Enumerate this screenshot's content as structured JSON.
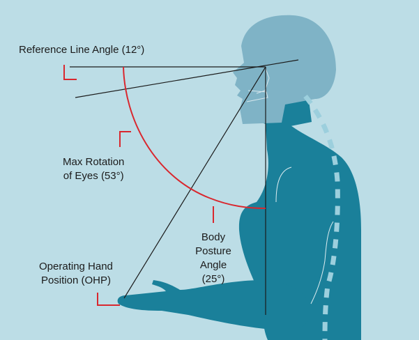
{
  "labels": {
    "reference_line": "Reference Line Angle (12°)",
    "max_rotation": [
      "Max Rotation",
      "of Eyes (53°)"
    ],
    "body_posture": [
      "Body",
      "Posture",
      "Angle",
      "(25°)"
    ],
    "operating_hand": [
      "Operating Hand",
      "Position (OHP)"
    ]
  },
  "angles_deg": {
    "reference_line": 12,
    "max_rotation_of_eyes": 53,
    "body_posture": 25
  },
  "colors": {
    "background": "#bcdde6",
    "body": "#1a809a",
    "head": "#7fb3c6",
    "spine": "#9ccfdd",
    "arc_and_callouts": "#d9272e",
    "lines": "#1b1b1b"
  }
}
